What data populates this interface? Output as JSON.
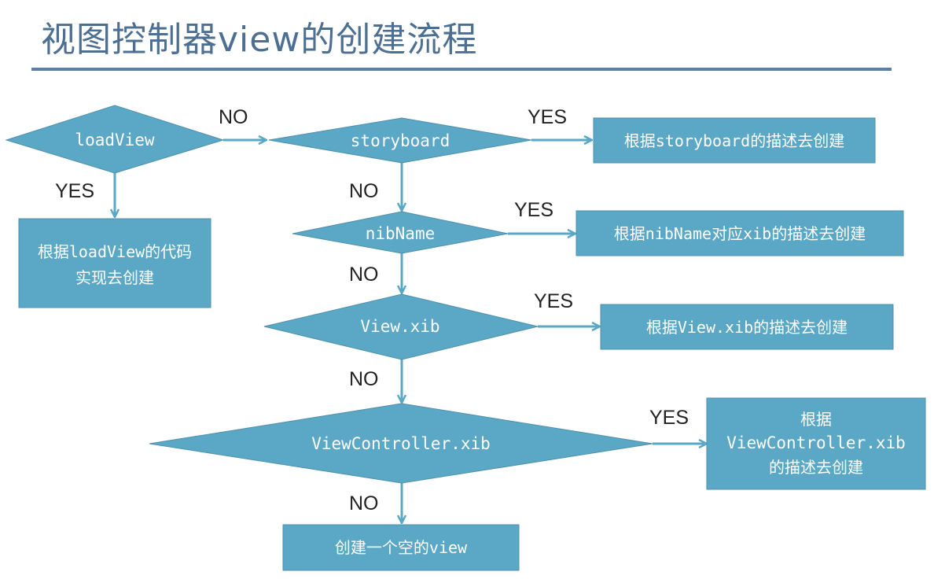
{
  "title": "视图控制器view的创建流程",
  "colors": {
    "shape_fill": "#5aa7c6",
    "shape_stroke": "#4f91ad",
    "text_on_shape": "#ffffff",
    "arrow": "#5aa7c6",
    "label": "#222222",
    "title": "#4d6f92",
    "title_rule": "#5b7fa5"
  },
  "decisions": {
    "loadview": "loadView",
    "storyboard": "storyboard",
    "nibname": "nibName",
    "view_xib": "View.xib",
    "viewcontroller_xib": "ViewController.xib"
  },
  "results": {
    "loadview_code": [
      "根据loadView的代码",
      "实现去创建"
    ],
    "storyboard": "根据storyboard的描述去创建",
    "nibname": "根据nibName对应xib的描述去创建",
    "view_xib": "根据View.xib的描述去创建",
    "viewcontroller_xib": [
      "根据",
      "ViewController.xib",
      "的描述去创建"
    ],
    "empty_view": "创建一个空的view"
  },
  "edge_labels": {
    "loadview_no": "NO",
    "loadview_yes": "YES",
    "storyboard_yes": "YES",
    "storyboard_no": "NO",
    "nibname_yes": "YES",
    "nibname_no": "NO",
    "view_xib_yes": "YES",
    "view_xib_no": "NO",
    "viewcontroller_xib_yes": "YES",
    "viewcontroller_xib_no": "NO"
  }
}
